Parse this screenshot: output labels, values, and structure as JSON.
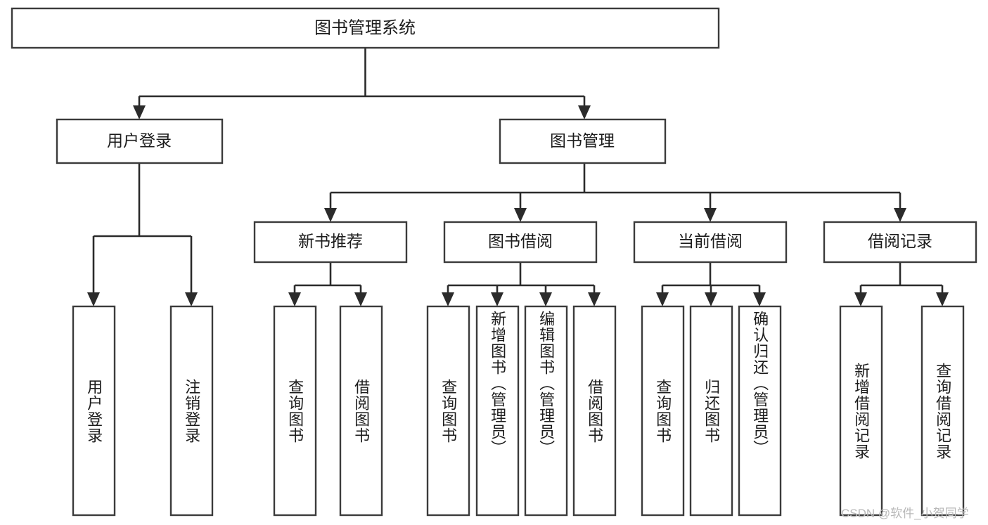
{
  "diagram": {
    "title": "图书管理系统",
    "type": "tree-hierarchy-diagram",
    "colors": {
      "box_border": "#3b3b3b",
      "connector": "#2b2b2b",
      "text": "#1c1c1c",
      "background": "#ffffff",
      "watermark": "#b9b9b9"
    },
    "root": {
      "label": "图书管理系统"
    },
    "level2": [
      {
        "label": "用户登录"
      },
      {
        "label": "图书管理"
      }
    ],
    "level3": [
      {
        "label": "新书推荐"
      },
      {
        "label": "图书借阅"
      },
      {
        "label": "当前借阅"
      },
      {
        "label": "借阅记录"
      }
    ],
    "leaves": {
      "user_login": [
        {
          "label": "用户登录"
        },
        {
          "label": "注销登录"
        }
      ],
      "new_book_recommend": [
        {
          "label": "查询图书"
        },
        {
          "label": "借阅图书"
        }
      ],
      "book_borrow": [
        {
          "label": "查询图书"
        },
        {
          "label": "新增图书（管理员）"
        },
        {
          "label": "编辑图书（管理员）"
        },
        {
          "label": "借阅图书"
        }
      ],
      "current_borrow": [
        {
          "label": "查询图书"
        },
        {
          "label": "归还图书"
        },
        {
          "label": "确认归还（管理员）"
        }
      ],
      "borrow_record": [
        {
          "label": "新增借阅记录"
        },
        {
          "label": "查询借阅记录"
        }
      ]
    },
    "watermark": "CSDN @软件_小贺同学"
  }
}
